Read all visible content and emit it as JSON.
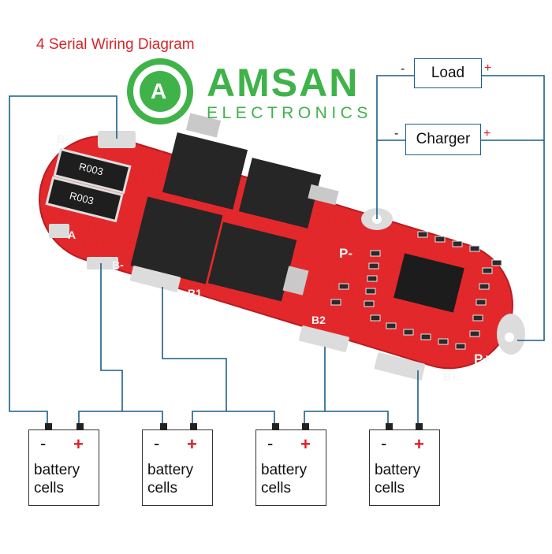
{
  "title": "4 Serial Wiring Diagram",
  "brand": {
    "name": "AMSAN",
    "subtitle": "ELECTRONICS",
    "logo_letter": "A",
    "color": "#3fb34a"
  },
  "terminals": {
    "load": {
      "label": "Load",
      "neg": "-",
      "pos": "+"
    },
    "charger": {
      "label": "Charger",
      "neg": "-",
      "pos": "+"
    }
  },
  "pcb": {
    "board_color": "#e3282c",
    "wire_color": "#1a5f86",
    "resistor_labels": [
      "R003",
      "R003"
    ],
    "pad_labels": {
      "b_top": "B-",
      "a": "A",
      "b_minus": "B-",
      "b1": "B1",
      "b2": "B2",
      "p_minus": "P-",
      "p_plus": "P+",
      "b_plus": "B+"
    }
  },
  "cells": [
    {
      "neg": "-",
      "pos": "+",
      "label_line1": "battery",
      "label_line2": "cells"
    },
    {
      "neg": "-",
      "pos": "+",
      "label_line1": "battery",
      "label_line2": "cells"
    },
    {
      "neg": "-",
      "pos": "+",
      "label_line1": "battery",
      "label_line2": "cells"
    },
    {
      "neg": "-",
      "pos": "+",
      "label_line1": "battery",
      "label_line2": "cells"
    }
  ]
}
